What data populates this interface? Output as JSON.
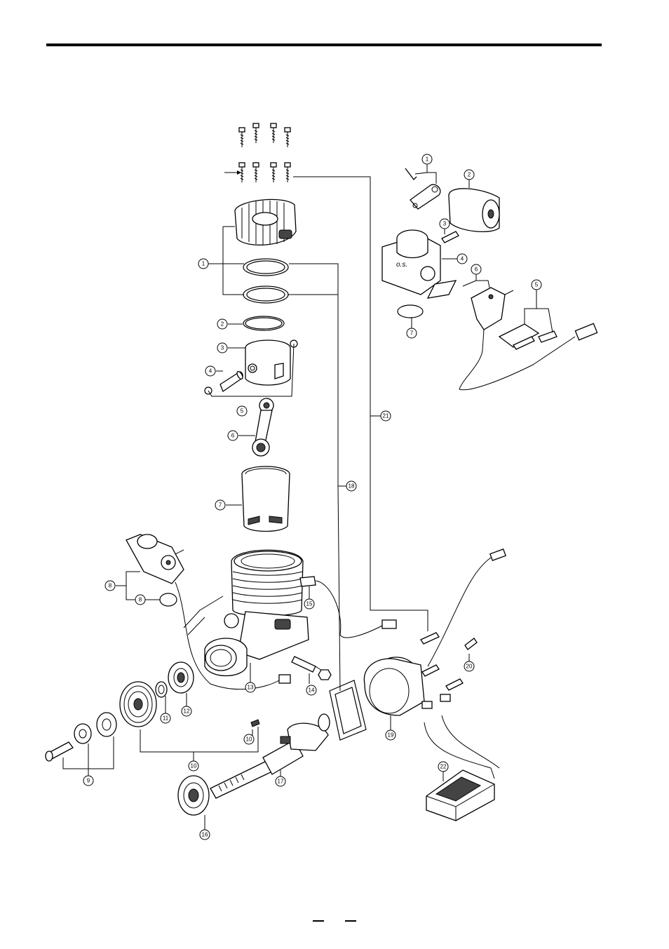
{
  "document": {
    "page_number": ""
  },
  "callouts": {
    "engine": [
      "1",
      "2",
      "3",
      "4",
      "5",
      "6",
      "7",
      "8",
      "8",
      "9",
      "10",
      "10",
      "11",
      "12",
      "13",
      "14",
      "15",
      "16",
      "17",
      "18",
      "19",
      "20",
      "21",
      "22"
    ],
    "carb": [
      "1",
      "2",
      "3",
      "4",
      "5",
      "6",
      "7"
    ]
  }
}
